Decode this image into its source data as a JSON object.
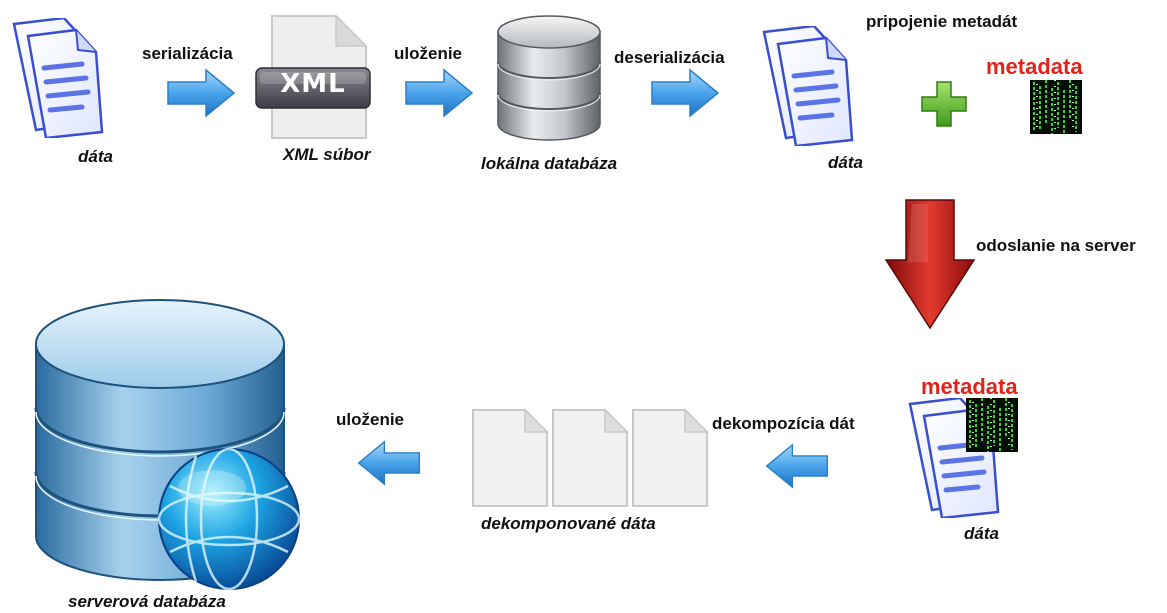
{
  "top_row": {
    "source_caption": "dáta",
    "serialize_label": "serializácia",
    "xml_badge": "XML",
    "xml_caption": "XML súbor",
    "store_label": "uloženie",
    "local_db_caption": "lokálna databáza",
    "deserialize_label": "deserializácia",
    "data_caption": "dáta",
    "attach_label": "pripojenie metadát",
    "metadata_label": "metadata"
  },
  "transfer": {
    "send_label": "odoslanie na server"
  },
  "bottom_row": {
    "metadata_label": "metadata",
    "data_caption": "dáta",
    "decompose_label": "dekompozícia dát",
    "decomposed_caption": "dekomponované dáta",
    "store_label": "uloženie",
    "server_db_caption": "serverová databáza"
  },
  "colors": {
    "arrow_blue": "#3f9be0",
    "arrow_red": "#c81414",
    "plus_green": "#5cb82e",
    "metadata_red": "#e2231a"
  }
}
